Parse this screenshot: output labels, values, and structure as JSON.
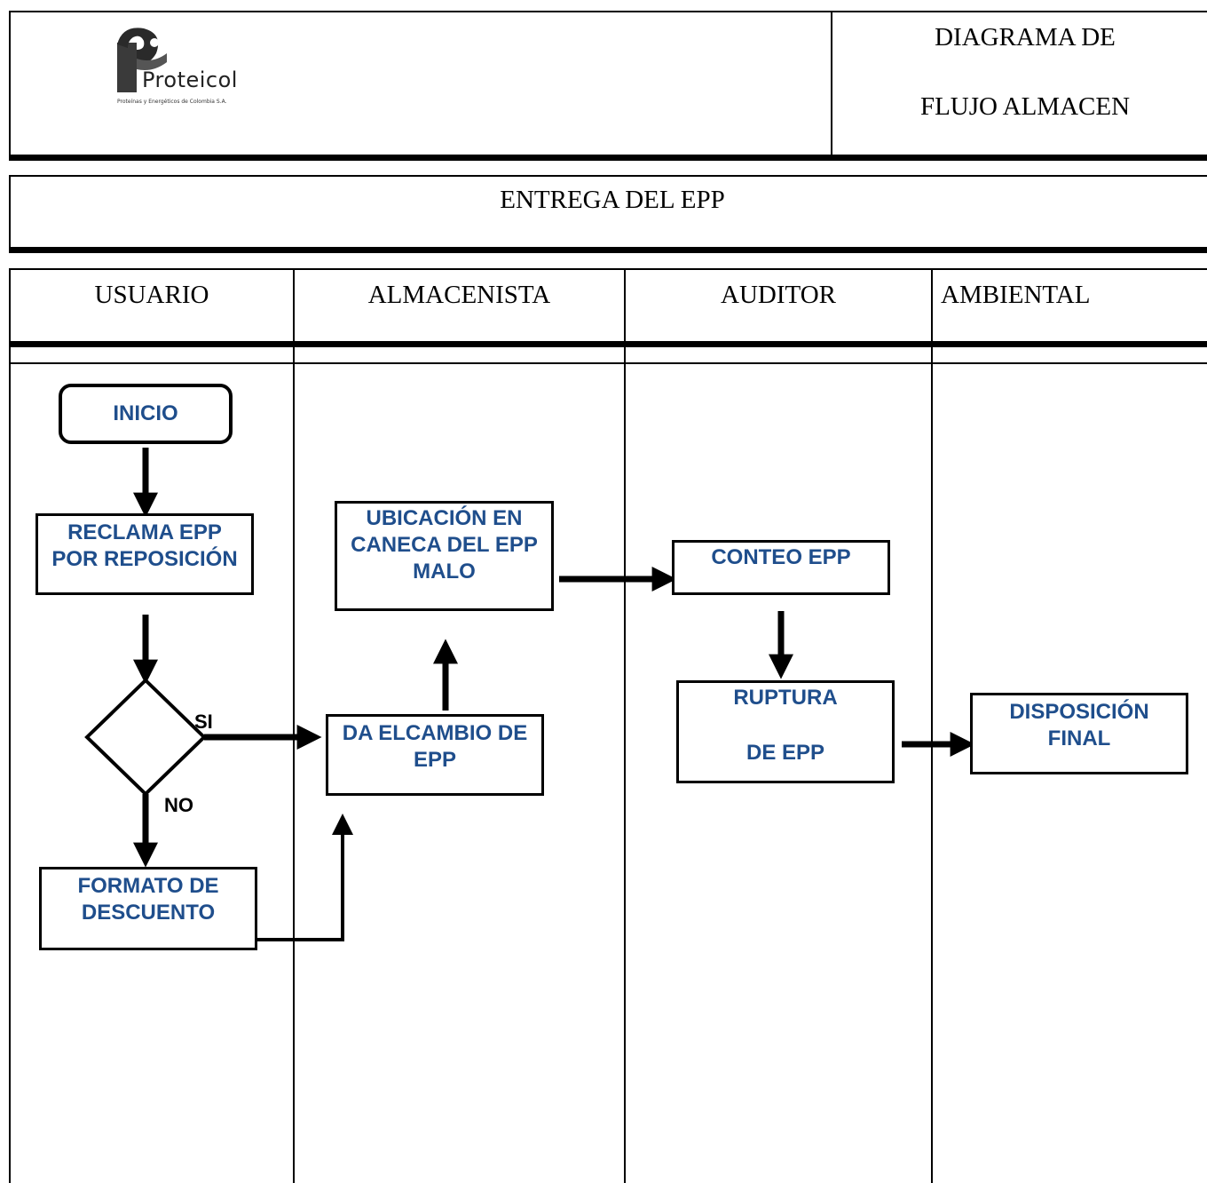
{
  "header": {
    "company": "Proteicol",
    "company_tagline": "Proteínas y Energéticos de Colombia S.A.",
    "title_line1": "DIAGRAMA DE",
    "title_line2": "FLUJO ALMACEN"
  },
  "section_title": "ENTREGA DEL EPP",
  "lanes": [
    "USUARIO",
    "ALMACENISTA",
    "AUDITOR",
    "AMBIENTAL"
  ],
  "nodes": {
    "inicio": "INICIO",
    "reclama": [
      "RECLAMA EPP",
      "POR REPOSICIÓN"
    ],
    "formato": [
      "FORMATO DE",
      "DESCUENTO"
    ],
    "cambio": [
      "DA ELCAMBIO DE",
      "EPP"
    ],
    "ubicacion": [
      "UBICACIÓN EN",
      "CANECA DEL EPP",
      "MALO"
    ],
    "conteo": "CONTEO EPP",
    "ruptura": [
      "RUPTURA",
      "DE EPP"
    ],
    "disposicion": [
      "DISPOSICIÓN",
      "FINAL"
    ]
  },
  "labels": {
    "si": "SI",
    "no": "NO"
  },
  "colors": {
    "node_text": "#1f4e8c",
    "line": "#000000"
  }
}
